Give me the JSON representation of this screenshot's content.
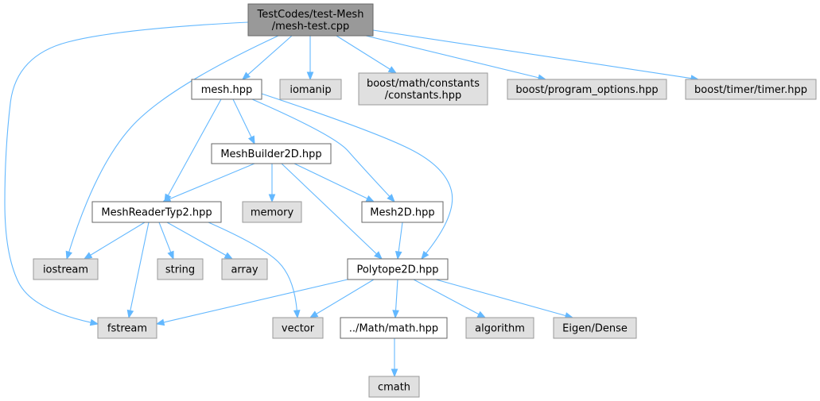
{
  "colors": {
    "root_fill": "#999999",
    "root_border": "#666666",
    "local_fill": "#ffffff",
    "local_border": "#666666",
    "system_fill": "#e0e0e0",
    "system_border": "#999999",
    "edge": "#63b8ff"
  },
  "nodes": {
    "root": {
      "lines": [
        "TestCodes/test-Mesh",
        "/mesh-test.cpp"
      ],
      "kind": "root"
    },
    "mesh_hpp": {
      "lines": [
        "mesh.hpp"
      ],
      "kind": "local"
    },
    "iomanip": {
      "lines": [
        "iomanip"
      ],
      "kind": "system"
    },
    "boost_constants": {
      "lines": [
        "boost/math/constants",
        "/constants.hpp"
      ],
      "kind": "system"
    },
    "boost_program_options": {
      "lines": [
        "boost/program_options.hpp"
      ],
      "kind": "system"
    },
    "boost_timer": {
      "lines": [
        "boost/timer/timer.hpp"
      ],
      "kind": "system"
    },
    "meshbuilder2d": {
      "lines": [
        "MeshBuilder2D.hpp"
      ],
      "kind": "local"
    },
    "meshreadertyp2": {
      "lines": [
        "MeshReaderTyp2.hpp"
      ],
      "kind": "local"
    },
    "memory": {
      "lines": [
        "memory"
      ],
      "kind": "system"
    },
    "mesh2d": {
      "lines": [
        "Mesh2D.hpp"
      ],
      "kind": "local"
    },
    "iostream": {
      "lines": [
        "iostream"
      ],
      "kind": "system"
    },
    "string": {
      "lines": [
        "string"
      ],
      "kind": "system"
    },
    "array": {
      "lines": [
        "array"
      ],
      "kind": "system"
    },
    "polytope2d": {
      "lines": [
        "Polytope2D.hpp"
      ],
      "kind": "local"
    },
    "fstream": {
      "lines": [
        "fstream"
      ],
      "kind": "system"
    },
    "vector": {
      "lines": [
        "vector"
      ],
      "kind": "system"
    },
    "math_hpp": {
      "lines": [
        "../Math/math.hpp"
      ],
      "kind": "local"
    },
    "algorithm": {
      "lines": [
        "algorithm"
      ],
      "kind": "system"
    },
    "eigen_dense": {
      "lines": [
        "Eigen/Dense"
      ],
      "kind": "system"
    },
    "cmath": {
      "lines": [
        "cmath"
      ],
      "kind": "system"
    }
  },
  "edges": [
    [
      "root",
      "mesh_hpp"
    ],
    [
      "root",
      "iomanip"
    ],
    [
      "root",
      "boost_constants"
    ],
    [
      "root",
      "boost_program_options"
    ],
    [
      "root",
      "boost_timer"
    ],
    [
      "root",
      "iostream"
    ],
    [
      "root",
      "fstream"
    ],
    [
      "mesh_hpp",
      "meshbuilder2d"
    ],
    [
      "mesh_hpp",
      "meshreadertyp2"
    ],
    [
      "mesh_hpp",
      "mesh2d"
    ],
    [
      "mesh_hpp",
      "polytope2d"
    ],
    [
      "meshbuilder2d",
      "meshreadertyp2"
    ],
    [
      "meshbuilder2d",
      "memory"
    ],
    [
      "meshbuilder2d",
      "mesh2d"
    ],
    [
      "meshbuilder2d",
      "polytope2d"
    ],
    [
      "meshreadertyp2",
      "iostream"
    ],
    [
      "meshreadertyp2",
      "fstream"
    ],
    [
      "meshreadertyp2",
      "string"
    ],
    [
      "meshreadertyp2",
      "array"
    ],
    [
      "meshreadertyp2",
      "vector"
    ],
    [
      "mesh2d",
      "polytope2d"
    ],
    [
      "polytope2d",
      "fstream"
    ],
    [
      "polytope2d",
      "vector"
    ],
    [
      "polytope2d",
      "math_hpp"
    ],
    [
      "polytope2d",
      "algorithm"
    ],
    [
      "polytope2d",
      "eigen_dense"
    ],
    [
      "math_hpp",
      "cmath"
    ]
  ]
}
